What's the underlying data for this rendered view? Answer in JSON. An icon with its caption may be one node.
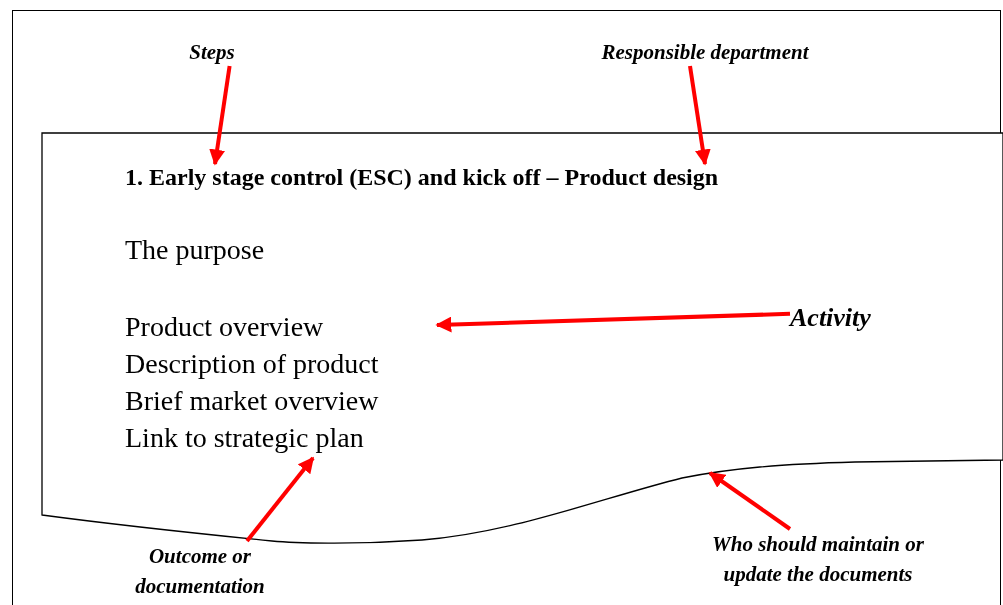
{
  "diagram": {
    "nodes": [
      {
        "text": [],
        "shape": "document"
      },
      {
        "text": [
          "1. Early stage control (ESC) and kick off – Product design"
        ],
        "in": 0
      },
      {
        "text": [
          "The purpose"
        ],
        "in": 0
      },
      {
        "text": [
          "Product overview Description of product Brief market overview Link to strategic plan"
        ],
        "in": 0
      },
      {
        "text": [
          "Steps"
        ]
      },
      {
        "text": [
          "Responsible department"
        ]
      },
      {
        "text": [
          "Activity"
        ],
        "in": 0
      },
      {
        "text": [
          "Outcome or documentation"
        ]
      },
      {
        "text": [
          "Who should maintain or update the documents"
        ]
      }
    ],
    "edges": [
      {
        "from": 4,
        "to": 1,
        "arrow": "to",
        "color": "#ff0000"
      },
      {
        "from": 5,
        "to": 1,
        "arrow": "to",
        "color": "#ff0000"
      },
      {
        "from": 6,
        "to": 3,
        "arrow": "to",
        "color": "#ff0000"
      },
      {
        "from": 7,
        "to": 3,
        "arrow": "to",
        "color": "#ff0000"
      },
      {
        "from": 8,
        "to": 0,
        "arrow": "to",
        "color": "#ff0000"
      }
    ]
  }
}
